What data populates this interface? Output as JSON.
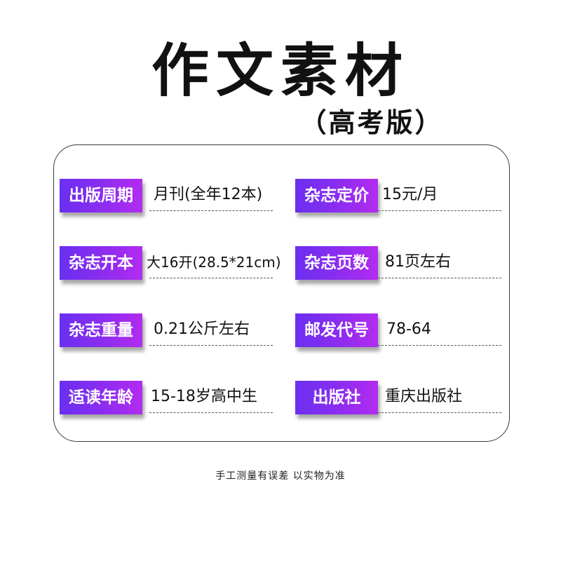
{
  "title": "作文素材",
  "subtitle": "（高考版）",
  "items": [
    {
      "label": "出版周期",
      "value": "月刊(全年12本)"
    },
    {
      "label": "杂志定价",
      "value": "15元/月"
    },
    {
      "label": "杂志开本",
      "value": "大16开(28.5*21cm)"
    },
    {
      "label": "杂志页数",
      "value": "81页左右"
    },
    {
      "label": "杂志重量",
      "value": "0.21公斤左右"
    },
    {
      "label": "邮发代号",
      "value": "78-64"
    },
    {
      "label": "适读年龄",
      "value": "15-18岁高中生"
    },
    {
      "label": "出版社",
      "value": "重庆出版社"
    }
  ],
  "footer": "手工测量有误差  以实物为准",
  "colors": {
    "label_gradient_start": "#6a2ff0",
    "label_gradient_end": "#b22cf0",
    "border": "#3a3a3a",
    "text": "#111111"
  }
}
